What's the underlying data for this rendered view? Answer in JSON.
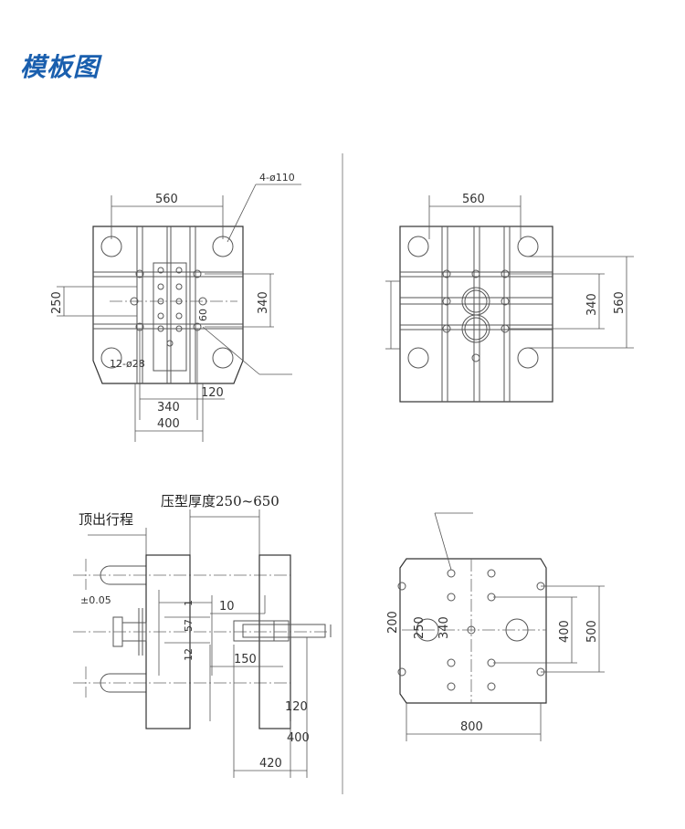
{
  "page": {
    "title": "模板图"
  },
  "tl": {
    "callout_holes": "4-ø110",
    "width": "560",
    "left_dim": "250",
    "right_dim": "340",
    "center_dim": "60",
    "callout_slots": "12-ø28",
    "bottom_340": "340",
    "bottom_120": "120",
    "bottom_400": "400"
  },
  "tr": {
    "width": "560",
    "mid_dim": "340",
    "right_dim": "560"
  },
  "bl": {
    "mould_thickness": "压型厚度250~650",
    "ejector_stroke": "顶出行程",
    "tol": "±0.05",
    "dim_10": "10",
    "dim_150": "150",
    "dim_120": "120",
    "dim_400": "400",
    "dim_420": "420",
    "small_a": "57",
    "small_b": "12",
    "small_c": "1"
  },
  "br": {
    "left_200": "200",
    "mid_250": "250",
    "mid_340": "340",
    "right_400": "400",
    "right_500": "500",
    "bottom_800": "800"
  }
}
